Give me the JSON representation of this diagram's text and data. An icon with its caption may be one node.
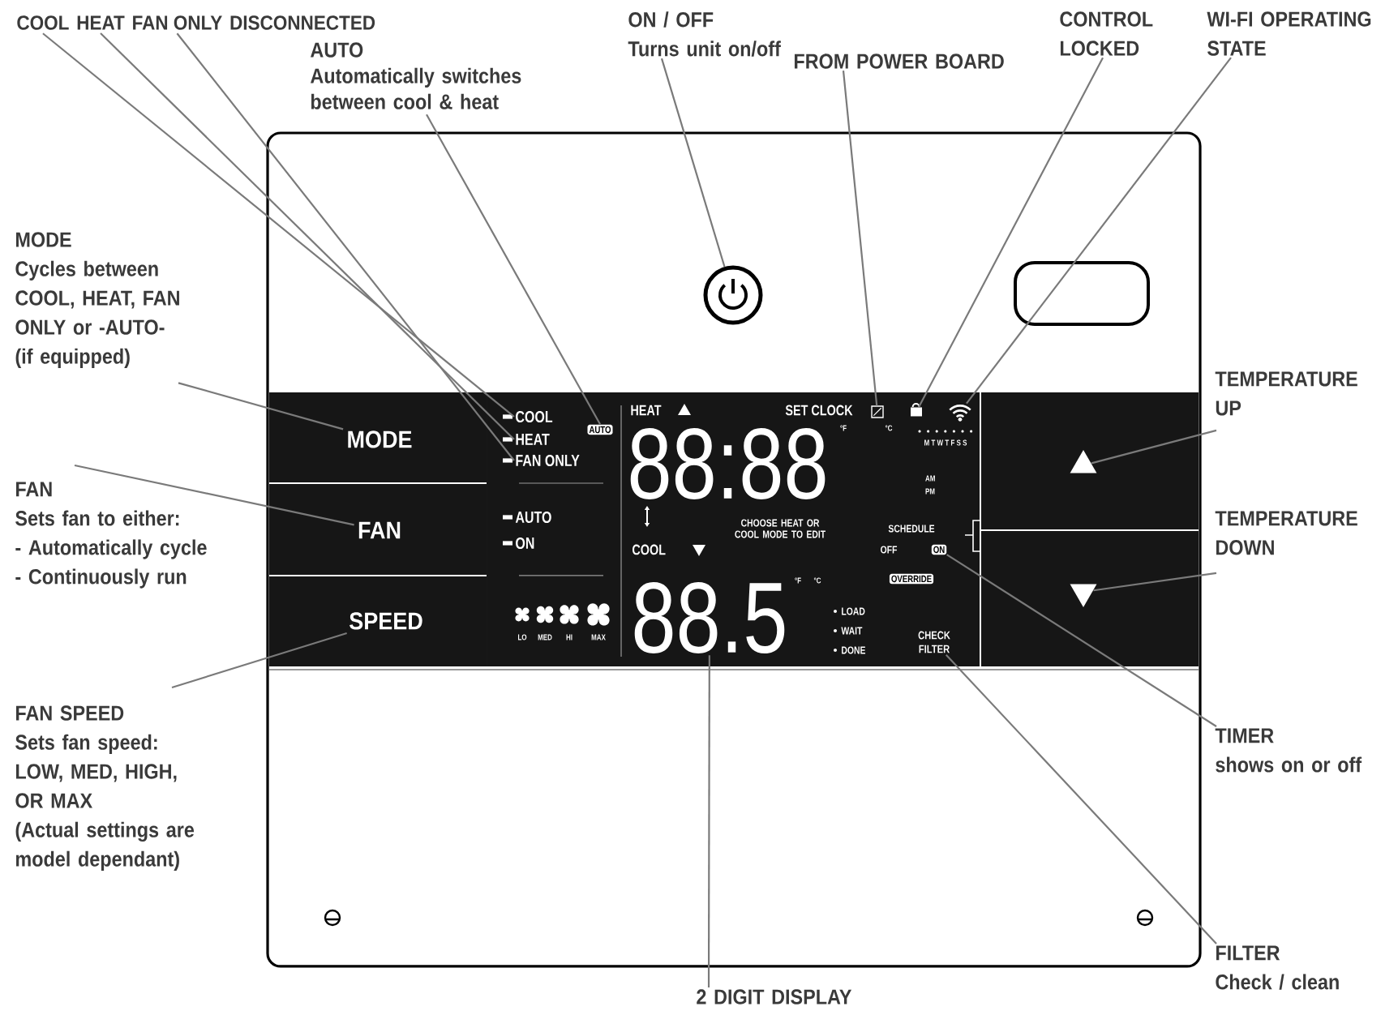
{
  "diagram": {
    "nodes": [
      {
        "text": [
          "COOL"
        ]
      },
      {
        "text": [
          "HEAT"
        ]
      },
      {
        "text": [
          "FAN ONLY"
        ]
      },
      {
        "text": [
          "AUTO",
          "Automatically switches between cool & heat"
        ]
      },
      {
        "text": [
          "ON / OFF",
          "Turns unit on/off"
        ]
      },
      {
        "text": [
          "FROM POWER BOARD"
        ]
      },
      {
        "text": [
          "CONTROL LOCKED"
        ]
      },
      {
        "text": [
          "WI-FI OPERATING STATE"
        ]
      },
      {
        "text": [
          "MODE",
          "Cycles between COOL, HEAT, FAN ONLY or -AUTO- (if equipped)"
        ]
      },
      {
        "text": [
          "FAN",
          "Sets fan to either:",
          "- Automatically cycle",
          "- Continuously run"
        ]
      },
      {
        "text": [
          "FAN SPEED",
          "Sets fan speed: LOW, MED, HIGH, OR MAX",
          "(Actual settings are model dependant)"
        ]
      },
      {
        "text": [
          "TEMPERATURE UP"
        ]
      },
      {
        "text": [
          "TEMPERATURE DOWN"
        ]
      },
      {
        "text": [
          "TIMER",
          "shows on or off"
        ]
      },
      {
        "text": [
          "FILTER",
          "Check / clean"
        ]
      },
      {
        "text": [
          "2 DIGIT DISPLAY"
        ]
      },
      {
        "text": [],
        "shape": "circle"
      },
      {
        "text": [
          "MODE"
        ]
      },
      {
        "text": [
          "FAN"
        ]
      },
      {
        "text": [
          "SPEED"
        ]
      },
      {
        "text": [],
        "shape": "triangle"
      },
      {
        "text": [],
        "shape": "triangle"
      },
      {
        "text": [],
        "shape": "square"
      },
      {
        "text": [],
        "shape": "lock"
      },
      {
        "text": [],
        "shape": "wifi"
      },
      {
        "text": [
          "ON"
        ]
      },
      {
        "text": [
          "CHECK FILTER"
        ]
      },
      {
        "text": [
          "88.5"
        ]
      },
      {
        "text": [],
        "shape": "box"
      },
      {
        "text": [
          "COOL"
        ]
      },
      {
        "text": [
          "HEAT"
        ]
      },
      {
        "text": [
          "FAN ONLY"
        ]
      },
      {
        "text": [
          "AUTO"
        ]
      }
    ],
    "edges": [
      {
        "from": 0,
        "to": 29,
        "arrow": "none"
      },
      {
        "from": 1,
        "to": 30,
        "arrow": "none"
      },
      {
        "from": 2,
        "to": 31,
        "arrow": "none"
      },
      {
        "from": 3,
        "to": 32,
        "arrow": "none"
      },
      {
        "from": 4,
        "to": 16,
        "arrow": "none"
      },
      {
        "from": 5,
        "to": 22,
        "arrow": "none"
      },
      {
        "from": 6,
        "to": 23,
        "arrow": "none"
      },
      {
        "from": 7,
        "to": 24,
        "arrow": "none"
      },
      {
        "from": 8,
        "to": 17,
        "arrow": "none"
      },
      {
        "from": 9,
        "to": 18,
        "arrow": "none"
      },
      {
        "from": 10,
        "to": 19,
        "arrow": "none"
      },
      {
        "from": 11,
        "to": 20,
        "arrow": "none"
      },
      {
        "from": 12,
        "to": 21,
        "arrow": "none"
      },
      {
        "from": 13,
        "to": 25,
        "arrow": "none"
      },
      {
        "from": 14,
        "to": 26,
        "arrow": "none"
      },
      {
        "from": 15,
        "to": 27,
        "arrow": "none"
      }
    ],
    "labels": [
      "DISCONNECTED",
      "AUTO",
      "ON",
      "LO",
      "MED",
      "HI",
      "MAX",
      "HEAT",
      "SET CLOCK",
      "88:88",
      "°F",
      "°C",
      "M T W T F S S",
      "AM",
      "PM",
      "COOL",
      "CHOOSE HEAT OR COOL MODE TO EDIT",
      "SCHEDULE",
      "OFF",
      "°F",
      "°C",
      "OVERRIDE",
      "LOAD",
      "WAIT",
      "DONE"
    ]
  }
}
